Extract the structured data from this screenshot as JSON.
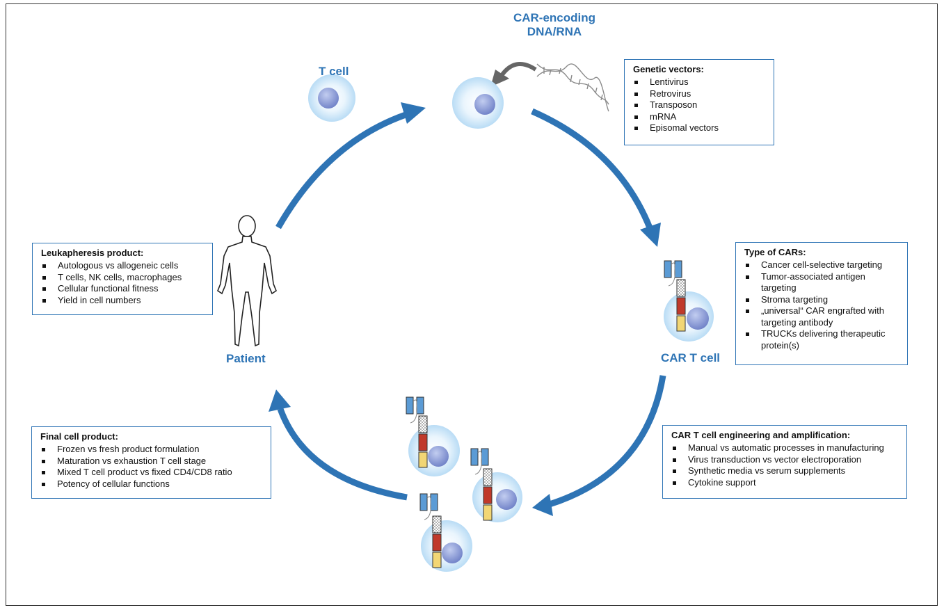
{
  "labels": {
    "t_cell": "T cell",
    "car_encoding_line1": "CAR-encoding",
    "car_encoding_line2": "DNA/RNA",
    "car_t_cell": "CAR T cell",
    "patient": "Patient"
  },
  "boxes": {
    "genetic_vectors": {
      "title": "Genetic vectors:",
      "items": [
        "Lentivirus",
        "Retrovirus",
        "Transposon",
        "mRNA",
        "Episomal vectors"
      ]
    },
    "types_of_cars": {
      "title": "Type of CARs:",
      "items": [
        "Cancer cell-selective targeting",
        "Tumor-associated antigen targeting",
        "Stroma targeting",
        "„universal“ CAR engrafted with targeting antibody",
        "TRUCKs delivering therapeutic protein(s)"
      ]
    },
    "engineering": {
      "title": "CAR T cell engineering and amplification:",
      "items": [
        "Manual vs automatic processes in manufacturing",
        "Virus transduction vs vector electroporation",
        "Synthetic media vs serum supplements",
        "Cytokine support"
      ]
    },
    "final_product": {
      "title": "Final cell product:",
      "items": [
        "Frozen vs fresh product formulation",
        "Maturation vs exhaustion T cell stage",
        "Mixed T cell product vs fixed CD4/CD8 ratio",
        "Potency of cellular functions"
      ]
    },
    "leukapheresis": {
      "title": "Leukapheresis product:",
      "items": [
        "Autologous vs allogeneic cells",
        "T cells, NK cells, macrophages",
        "Cellular functional fitness",
        "Yield in cell numbers"
      ]
    }
  },
  "colors": {
    "accent": "#2E74B5",
    "cell_outer": "#d6ecfa",
    "nucleus": "#7f8fcf",
    "car_scfv": "#5b9bd5",
    "car_costim": "#c0392b",
    "car_signal": "#f2d675"
  }
}
